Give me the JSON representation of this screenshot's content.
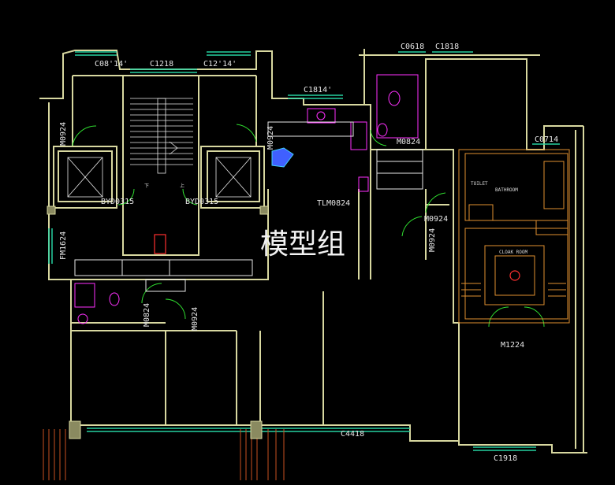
{
  "plan": {
    "watermark": "模型组",
    "labels": {
      "c0814": "C08'14'",
      "c1218": "C1218",
      "c1214": "C12'14'",
      "c1814": "C1814'",
      "c0618": "C0618",
      "c1818": "C1818",
      "c0714": "C0714",
      "m0924_left": "M0924",
      "m0924_mid": "M0924",
      "m0824_top": "M0824",
      "byd0315_l": "BYD0315",
      "byd0315_r": "BYD0315",
      "tlm0824": "TLM0824",
      "m0924_r1": "M0924",
      "m0924_r2": "M0924",
      "fm1624": "FM1624",
      "m0824_b": "M0824",
      "m0924_b": "M0924",
      "m1224": "M1224",
      "c4418": "C4418",
      "c1918": "C1918",
      "stair_down": "下",
      "stair_up": "上",
      "toilet": "TOILET",
      "bathroom": "BATHROOM",
      "cloakroom": "CLOAK ROOM"
    },
    "colors": {
      "wall": "#d8d8a0",
      "wall_white": "#e8e8e8",
      "window": "#25d0a0",
      "magenta": "#ff30ff",
      "green": "#30e030",
      "orange": "#e09030",
      "red": "#ff3030",
      "cyan": "#40d0ff",
      "blue": "#6060ff"
    }
  }
}
